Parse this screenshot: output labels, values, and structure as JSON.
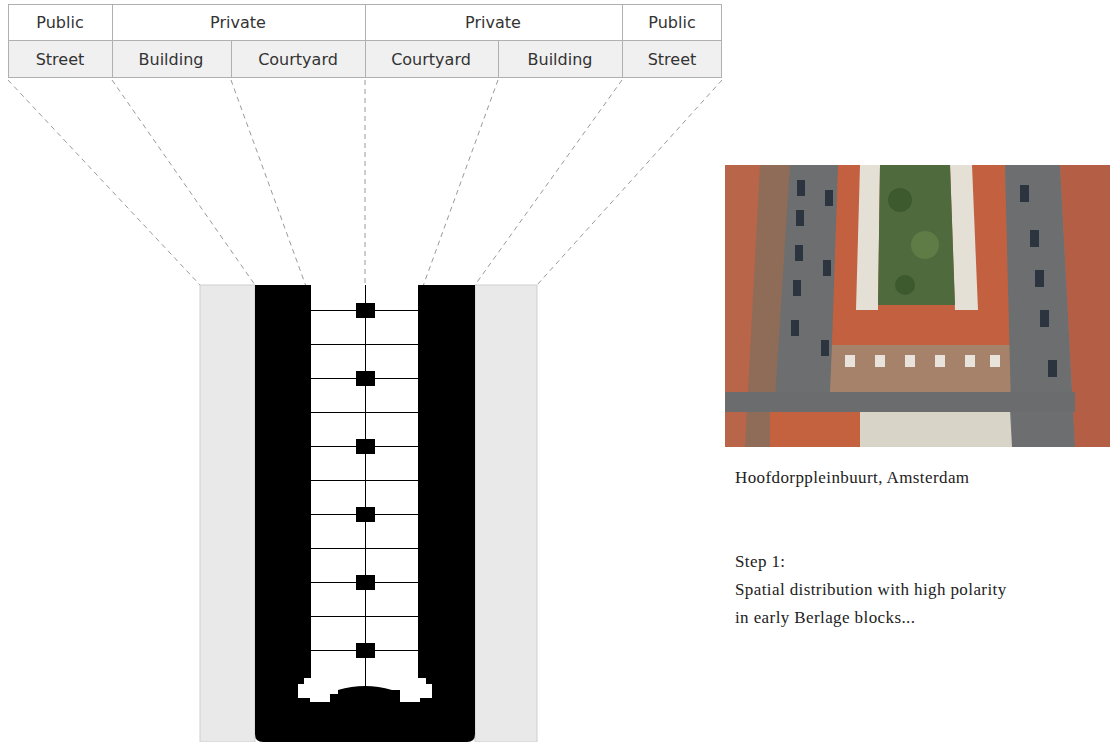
{
  "diagram": {
    "caption": "Hoofdorppleinbuurt, Amsterdam",
    "labels": [
      "Public",
      "Private",
      "Private",
      "Public",
      "Street",
      "Building",
      "Courtyard",
      "Courtyard",
      "Building",
      "Street",
      "Step 1:",
      "Spatial distribution with high polarity in early Berlage blocks..."
    ]
  }
}
